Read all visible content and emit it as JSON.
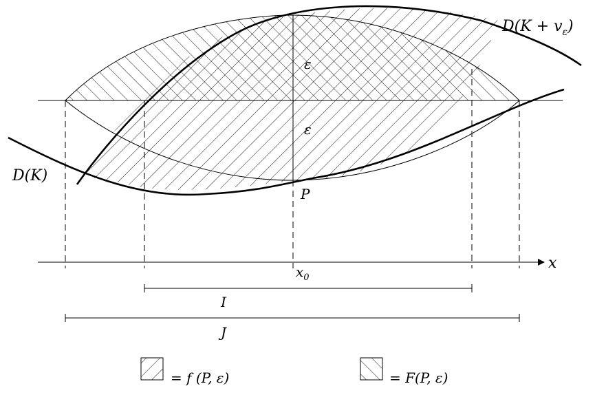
{
  "labels": {
    "dk": "D(K)",
    "dk_plus": "D(K + v",
    "dk_plus_sub": "ε",
    "dk_plus_close": ")",
    "eps_upper": "ε",
    "eps_lower": "ε",
    "p": "P",
    "x_axis": "x",
    "x0": "x",
    "x0_sub": "0",
    "interval_i": "I",
    "interval_j": "J"
  },
  "legend": {
    "f_label": "= f (P, ε)",
    "F_label": "= F(P, ε)"
  },
  "colors": {
    "stroke": "#000000",
    "hatch": "#000000",
    "background": "#ffffff"
  }
}
